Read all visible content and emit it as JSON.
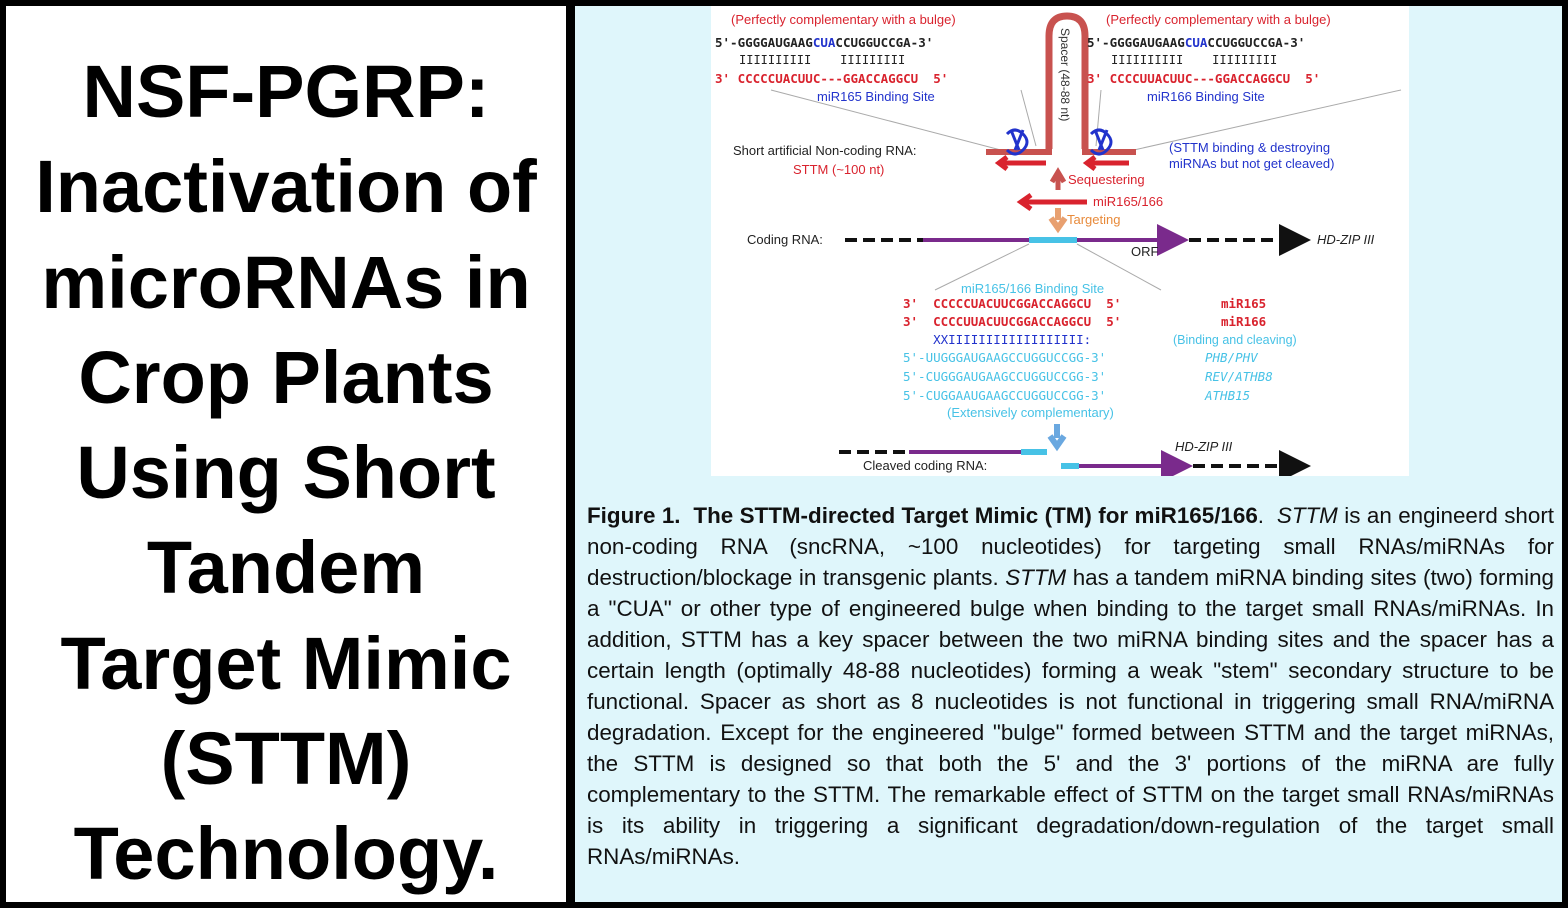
{
  "title_lines": [
    "NSF-PGRP:",
    "Inactivation of",
    "microRNAs in",
    "Crop Plants",
    "Using Short",
    "Tandem",
    "Target Mimic",
    "(STTM)",
    "Technology."
  ],
  "colors": {
    "red": "#d9232e",
    "blue": "#2233cc",
    "cyan": "#47c2e6",
    "purple": "#7a2a8c",
    "orange": "#e88a3a",
    "spacer": "#c8524f",
    "panel_bg": "#dff6fb"
  },
  "figure": {
    "left_bulge_label": "(Perfectly complementary with a bulge)",
    "right_bulge_label": "(Perfectly complementary with a bulge)",
    "left_top_seq": {
      "pre": "5'-GGGGAUGAAG",
      "bulge": "CUA",
      "post": "CCUGGUCCGA-3'"
    },
    "right_top_seq": {
      "pre": "5'-GGGGAUGAAG",
      "bulge": "CUA",
      "post": "CCUGGUCCGA-3'"
    },
    "left_pairs": "IIIIIIIIII    IIIIIIIII",
    "right_pairs": "IIIIIIIIII    IIIIIIIII",
    "left_bottom_seq": "3' CCCCCUACUUC---GGACCAGGCU  5'",
    "right_bottom_seq": "3' CCCCUUACUUC---GGACCAGGCU  5'",
    "left_site": "miR165 Binding Site",
    "right_site": "miR166 Binding Site",
    "spacer_label": "Spacer (48-88 nt)",
    "sttm_label": "Short artificial Non-coding RNA:",
    "sttm_sub": "STTM (~100 nt)",
    "sttm_action": "(STTM binding & destroying",
    "sttm_action2": "miRNAs but not get cleaved)",
    "sequestering": "Sequestering",
    "mir_label": "miR165/166",
    "targeting": "Targeting",
    "coding_label": "Coding RNA:",
    "orf": "ORF",
    "hdzip": "HD-ZIP III",
    "site_label": "miR165/166 Binding Site",
    "mir165_row": {
      "seq": "3'  CCCCCUACUUCGGACCAGGCU  5'",
      "name": "miR165"
    },
    "mir166_row": {
      "seq": "3'  CCCCUUACUUCGGACCAGGCU  5'",
      "name": "miR166"
    },
    "pair_row": {
      "seq": "    XXIIIIIIIIIIIIIIIIII:",
      "note": "(Binding and cleaving)"
    },
    "targets": [
      {
        "seq": "5'-UUGGGAUGAAGCCUGGUCCGG-3'",
        "name": "PHB/PHV"
      },
      {
        "seq": "5'-CUGGGAUGAAGCCUGGUCCGG-3'",
        "name": "REV/ATHB8"
      },
      {
        "seq": "5'-CUGGAAUGAAGCCUGGUCCGG-3'",
        "name": "ATHB15"
      }
    ],
    "extensive": "(Extensively complementary)",
    "cleaved_label": "Cleaved coding RNA:",
    "cleaved_hdzip": "HD-ZIP III"
  },
  "caption": {
    "fig_num": "Figure 1.",
    "fig_title": "The STTM-directed Target Mimic (TM) for miR165/166",
    "dot": ".",
    "sttm_italic": "STTM",
    "text1": " is an engineerd short non-coding RNA (sncRNA, ~100 nucleotides) for targeting small RNAs/miRNAs for destruction/blockage in transgenic plants. ",
    "sttm_italic2": "STTM",
    "text2": " has a tandem miRNA binding sites  (two) forming a \"CUA\" or other type of engineered bulge when binding to the target small RNAs/miRNAs. In addition,  STTM has a key spacer between the two miRNA binding sites and the spacer has a certain length (optimally 48-88 nucleotides) forming a weak \"stem\" secondary structure to be functional. Spacer as short as 8 nucleotides is not functional in triggering small RNA/miRNA degradation. Except for the engineered \"bulge\" formed between STTM and the target miRNAs, the STTM is designed so that both the 5' and the 3' portions of the miRNA are fully complementary to the STTM. The remarkable effect of STTM on the target small RNAs/miRNAs is its ability in triggering a significant degradation/down-regulation of the target small RNAs/miRNAs."
  }
}
